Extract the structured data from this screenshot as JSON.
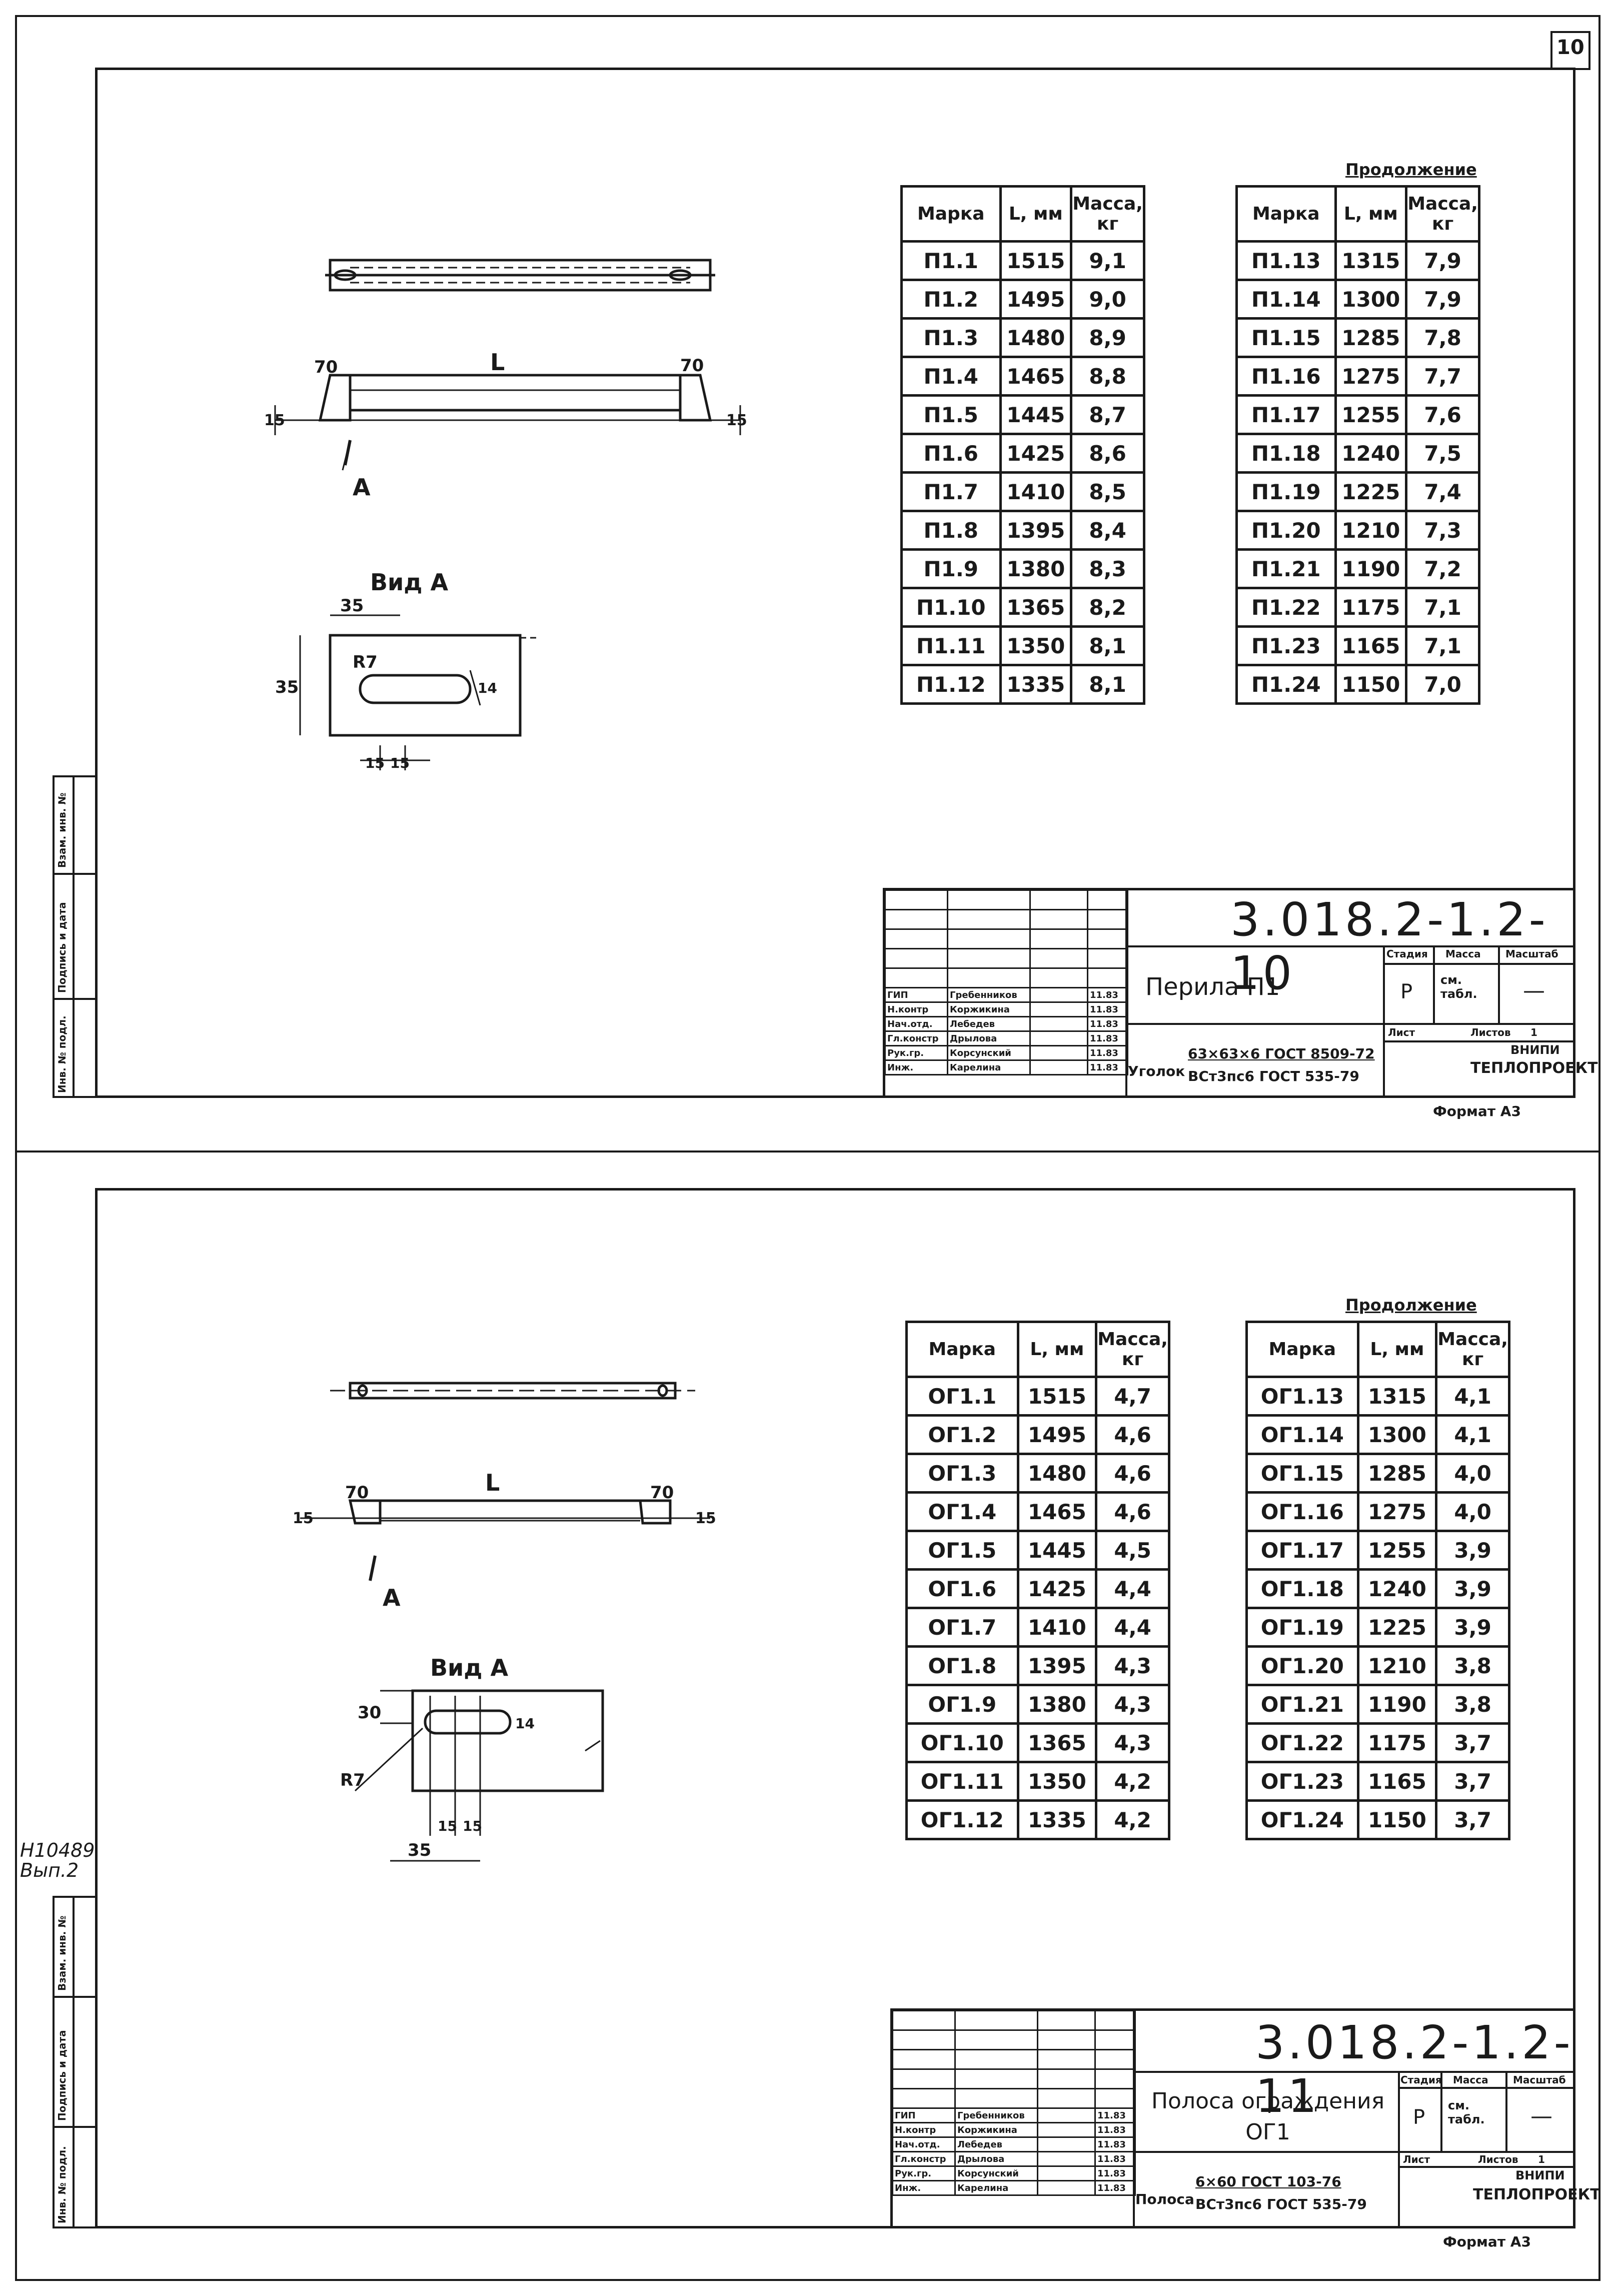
{
  "page_number": "10",
  "left_note": {
    "line1": "Н10489",
    "line2": "Вып.2"
  },
  "side_labels": [
    "Взам. инв. №",
    "Подпись и дата",
    "Инв. № подл."
  ],
  "sheets": [
    {
      "drawing": {
        "view_label": "Вид А",
        "arrow_label": "А",
        "dim_L": "L",
        "dim_70a": "70",
        "dim_70b": "70",
        "dim_15a": "15",
        "dim_15b": "15",
        "dim_35a": "35",
        "dim_35b": "35",
        "dim_R7": "R7",
        "dim_15c": "15",
        "dim_15d": "15",
        "dim_width": "14"
      },
      "continuation_label": "Продолжение",
      "table_headers": [
        "Марка",
        "L, мм",
        "Масса, кг"
      ],
      "rows_left": [
        [
          "П1.1",
          "1515",
          "9,1"
        ],
        [
          "П1.2",
          "1495",
          "9,0"
        ],
        [
          "П1.3",
          "1480",
          "8,9"
        ],
        [
          "П1.4",
          "1465",
          "8,8"
        ],
        [
          "П1.5",
          "1445",
          "8,7"
        ],
        [
          "П1.6",
          "1425",
          "8,6"
        ],
        [
          "П1.7",
          "1410",
          "8,5"
        ],
        [
          "П1.8",
          "1395",
          "8,4"
        ],
        [
          "П1.9",
          "1380",
          "8,3"
        ],
        [
          "П1.10",
          "1365",
          "8,2"
        ],
        [
          "П1.11",
          "1350",
          "8,1"
        ],
        [
          "П1.12",
          "1335",
          "8,1"
        ]
      ],
      "rows_right": [
        [
          "П1.13",
          "1315",
          "7,9"
        ],
        [
          "П1.14",
          "1300",
          "7,9"
        ],
        [
          "П1.15",
          "1285",
          "7,8"
        ],
        [
          "П1.16",
          "1275",
          "7,7"
        ],
        [
          "П1.17",
          "1255",
          "7,6"
        ],
        [
          "П1.18",
          "1240",
          "7,5"
        ],
        [
          "П1.19",
          "1225",
          "7,4"
        ],
        [
          "П1.20",
          "1210",
          "7,3"
        ],
        [
          "П1.21",
          "1190",
          "7,2"
        ],
        [
          "П1.22",
          "1175",
          "7,1"
        ],
        [
          "П1.23",
          "1165",
          "7,1"
        ],
        [
          "П1.24",
          "1150",
          "7,0"
        ]
      ],
      "stamp": {
        "doc_number": "3.018.2-1.2- 10",
        "title": "Перила П1",
        "material_prefix": "Уголок",
        "material_line1": "63×63×6 ГОСТ 8509-72",
        "material_line2": "ВСт3пс6 ГОСТ 535-79",
        "stage_header": "Стадия",
        "mass_header": "Масса",
        "scale_header": "Масштаб",
        "stage": "Р",
        "mass": "см. табл.",
        "scale": "—",
        "sheet_header": "Лист",
        "sheets_header": "Листов",
        "sheets_value": "1",
        "org_line1": "ВНИПИ",
        "org_line2": "ТЕПЛОПРОЕКТ",
        "roles": [
          "ГИП",
          "Н.контр",
          "Нач.отд.",
          "Гл.констр",
          "Рук.гр.",
          "Инж."
        ],
        "names": [
          "Гребенников",
          "Коржикина",
          "Лебедев",
          "Дрылова",
          "Корсунский",
          "Карелина"
        ],
        "dates": [
          "11.83",
          "11.83",
          "11.83",
          "11.83",
          "11.83",
          "11.83"
        ]
      },
      "format": "Формат А3"
    },
    {
      "drawing": {
        "view_label": "Вид А",
        "arrow_label": "А",
        "dim_L": "L",
        "dim_70a": "70",
        "dim_70b": "70",
        "dim_15a": "15",
        "dim_15b": "15",
        "dim_30": "30",
        "dim_35": "35",
        "dim_R7": "R7",
        "dim_15c": "15",
        "dim_15d": "15",
        "dim_width": "14"
      },
      "continuation_label": "Продолжение",
      "table_headers": [
        "Марка",
        "L, мм",
        "Масса, кг"
      ],
      "rows_left": [
        [
          "ОГ1.1",
          "1515",
          "4,7"
        ],
        [
          "ОГ1.2",
          "1495",
          "4,6"
        ],
        [
          "ОГ1.3",
          "1480",
          "4,6"
        ],
        [
          "ОГ1.4",
          "1465",
          "4,6"
        ],
        [
          "ОГ1.5",
          "1445",
          "4,5"
        ],
        [
          "ОГ1.6",
          "1425",
          "4,4"
        ],
        [
          "ОГ1.7",
          "1410",
          "4,4"
        ],
        [
          "ОГ1.8",
          "1395",
          "4,3"
        ],
        [
          "ОГ1.9",
          "1380",
          "4,3"
        ],
        [
          "ОГ1.10",
          "1365",
          "4,3"
        ],
        [
          "ОГ1.11",
          "1350",
          "4,2"
        ],
        [
          "ОГ1.12",
          "1335",
          "4,2"
        ]
      ],
      "rows_right": [
        [
          "ОГ1.13",
          "1315",
          "4,1"
        ],
        [
          "ОГ1.14",
          "1300",
          "4,1"
        ],
        [
          "ОГ1.15",
          "1285",
          "4,0"
        ],
        [
          "ОГ1.16",
          "1275",
          "4,0"
        ],
        [
          "ОГ1.17",
          "1255",
          "3,9"
        ],
        [
          "ОГ1.18",
          "1240",
          "3,9"
        ],
        [
          "ОГ1.19",
          "1225",
          "3,9"
        ],
        [
          "ОГ1.20",
          "1210",
          "3,8"
        ],
        [
          "ОГ1.21",
          "1190",
          "3,8"
        ],
        [
          "ОГ1.22",
          "1175",
          "3,7"
        ],
        [
          "ОГ1.23",
          "1165",
          "3,7"
        ],
        [
          "ОГ1.24",
          "1150",
          "3,7"
        ]
      ],
      "stamp": {
        "doc_number": "3.018.2-1.2- 11",
        "title": "Полоса ограждения ОГ1",
        "material_prefix": "Полоса",
        "material_line1": "6×60 ГОСТ 103-76",
        "material_line2": "ВСт3пс6 ГОСТ 535-79",
        "stage_header": "Стадия",
        "mass_header": "Масса",
        "scale_header": "Масштаб",
        "stage": "Р",
        "mass": "см. табл.",
        "scale": "—",
        "sheet_header": "Лист",
        "sheets_header": "Листов",
        "sheets_value": "1",
        "org_line1": "ВНИПИ",
        "org_line2": "ТЕПЛОПРОЕКТ",
        "roles": [
          "ГИП",
          "Н.контр",
          "Нач.отд.",
          "Гл.констр",
          "Рук.гр.",
          "Инж."
        ],
        "names": [
          "Гребенников",
          "Коржикина",
          "Лебедев",
          "Дрылова",
          "Корсунский",
          "Карелина"
        ],
        "dates": [
          "11.83",
          "11.83",
          "11.83",
          "11.83",
          "11.83",
          "11.83"
        ]
      },
      "format": "Формат А3"
    }
  ]
}
